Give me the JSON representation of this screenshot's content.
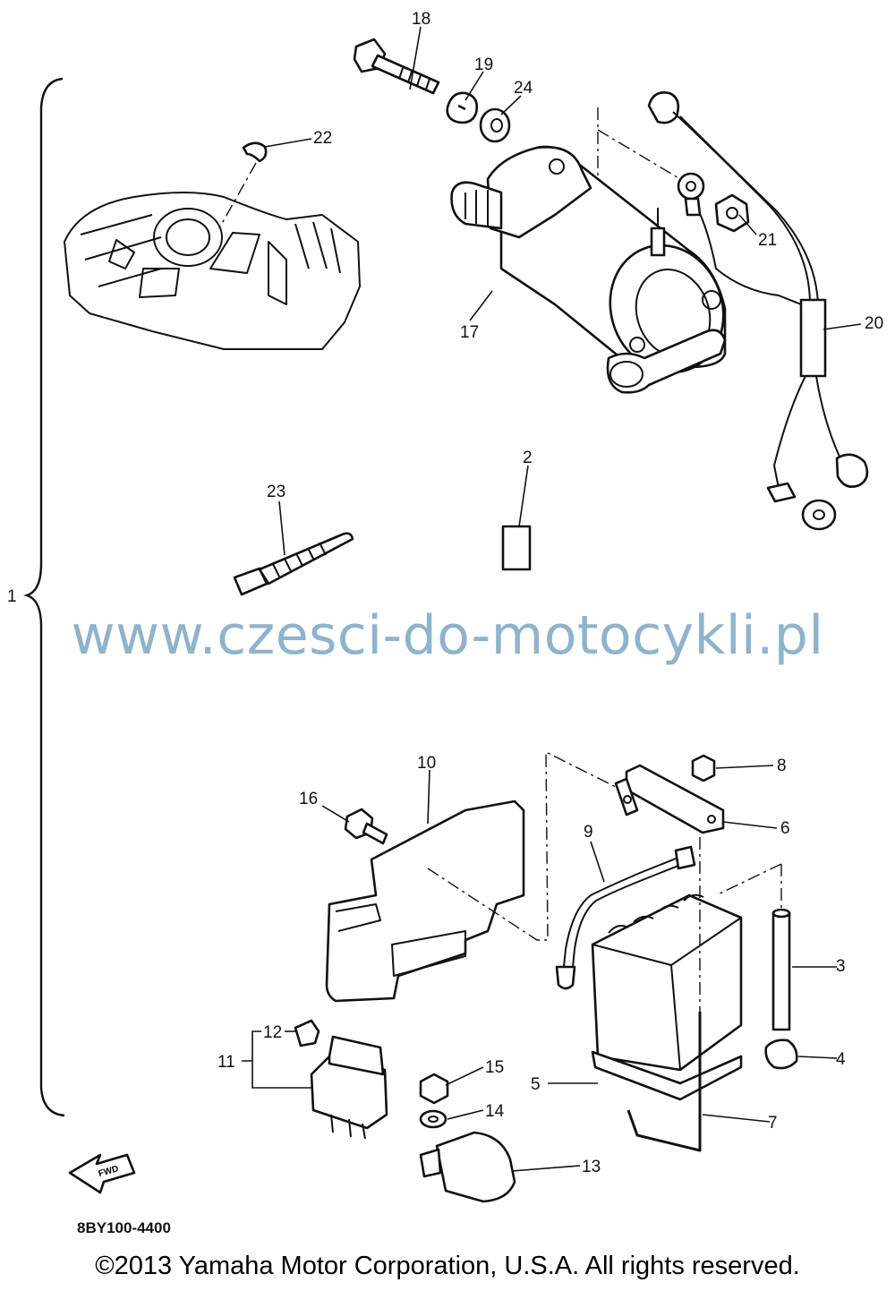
{
  "diagram_code": "8BY100-4400",
  "copyright": "©2013 Yamaha Motor Corporation, U.S.A. All rights reserved.",
  "watermark": "www.czesci-do-motocykli.pl",
  "direction_arrow": {
    "icon": "fwd-arrow-icon",
    "label": "FWD"
  },
  "parts": [
    {
      "number": "1"
    },
    {
      "number": "2"
    },
    {
      "number": "3"
    },
    {
      "number": "4"
    },
    {
      "number": "5"
    },
    {
      "number": "6"
    },
    {
      "number": "7"
    },
    {
      "number": "8"
    },
    {
      "number": "9"
    },
    {
      "number": "10"
    },
    {
      "number": "11"
    },
    {
      "number": "12"
    },
    {
      "number": "13"
    },
    {
      "number": "14"
    },
    {
      "number": "15"
    },
    {
      "number": "16"
    },
    {
      "number": "17"
    },
    {
      "number": "18"
    },
    {
      "number": "19"
    },
    {
      "number": "20"
    },
    {
      "number": "21"
    },
    {
      "number": "22"
    },
    {
      "number": "23"
    },
    {
      "number": "24"
    }
  ]
}
